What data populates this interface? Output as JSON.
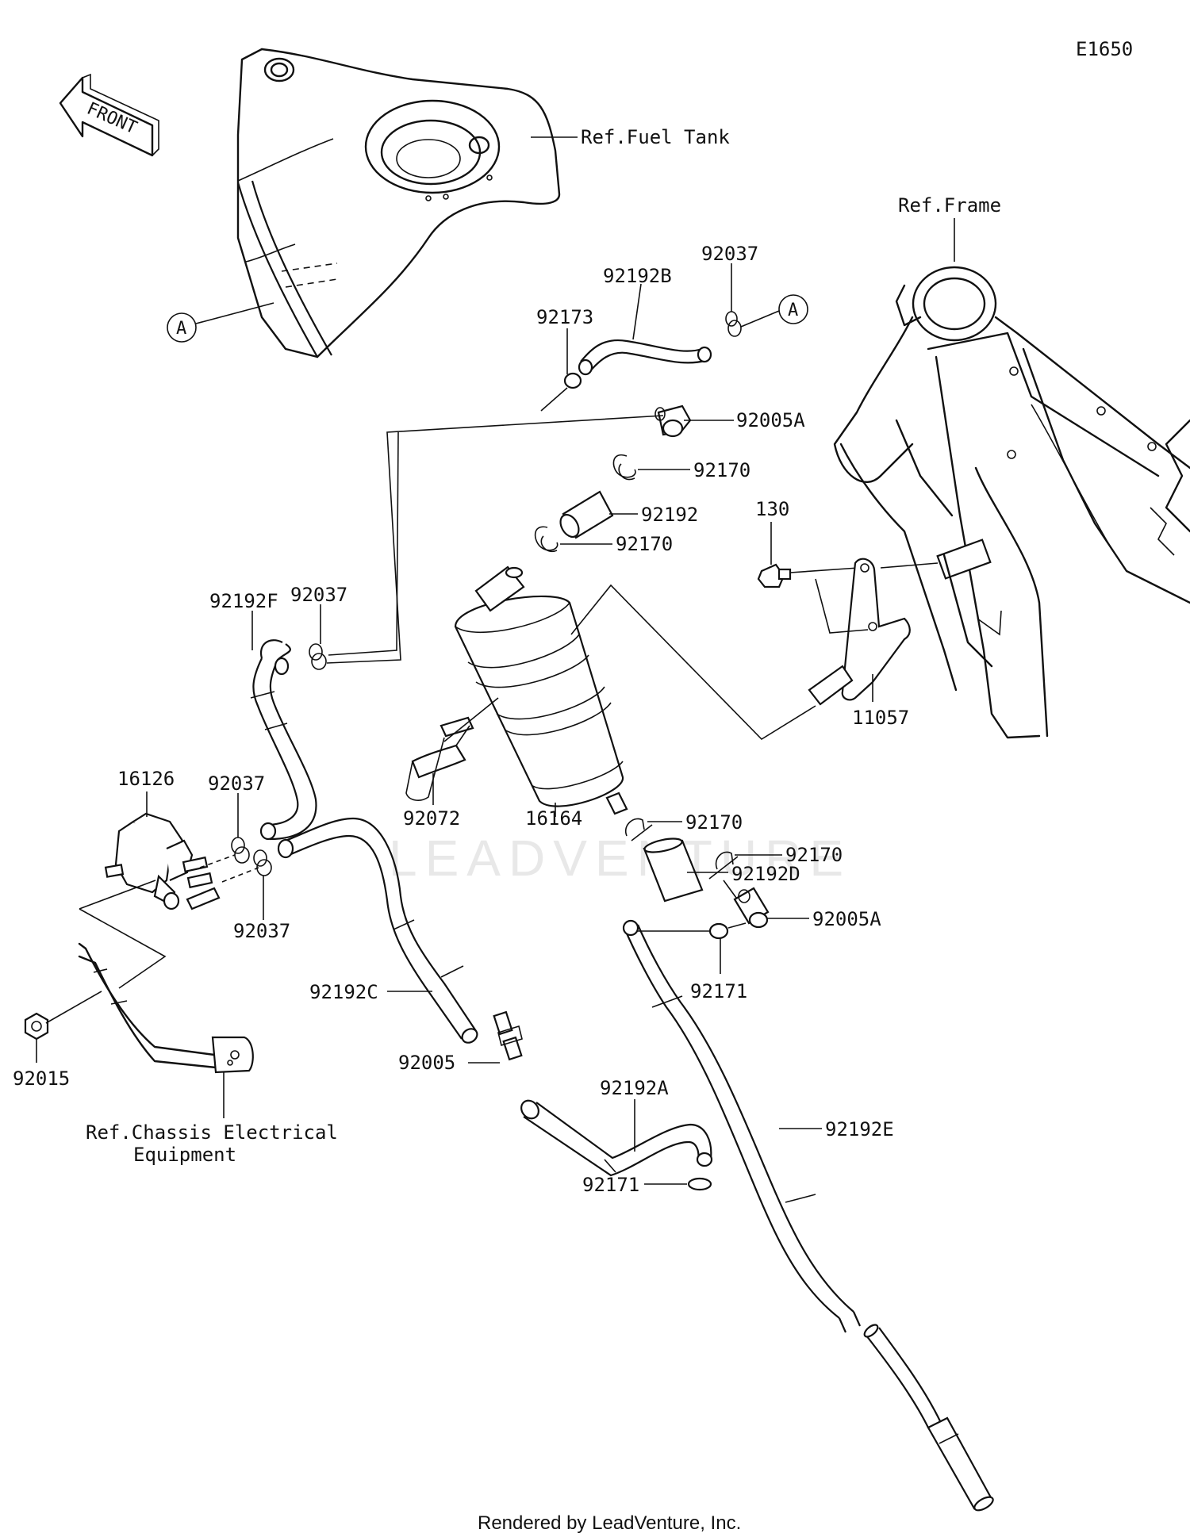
{
  "diagram_code": "E1650",
  "front_label": "FRONT",
  "refs": {
    "fuel_tank": "Ref.Fuel Tank",
    "frame": "Ref.Frame",
    "chassis_line1": "Ref.Chassis Electrical",
    "chassis_line2": "Equipment"
  },
  "markers": {
    "a1": "A",
    "a2": "A"
  },
  "parts": {
    "p92192B": "92192B",
    "p92037_top": "92037",
    "p92173": "92173",
    "p92005A_top": "92005A",
    "p92170_a": "92170",
    "p92192": "92192",
    "p92170_b": "92170",
    "p130": "130",
    "p92192F": "92192F",
    "p92037_left": "92037",
    "p11057": "11057",
    "p16126": "16126",
    "p92037_mid": "92037",
    "p92170_c": "92170",
    "p92072": "92072",
    "p16164": "16164",
    "p92192D": "92192D",
    "p92170_d": "92170",
    "p92037_low": "92037",
    "p92005A_low": "92005A",
    "p92192C": "92192C",
    "p92171_a": "92171",
    "p92015": "92015",
    "p92005": "92005",
    "p92192A": "92192A",
    "p92192E": "92192E",
    "p92171_b": "92171"
  },
  "watermark": "LEADVENTURE",
  "footer": "Rendered by LeadVenture, Inc."
}
